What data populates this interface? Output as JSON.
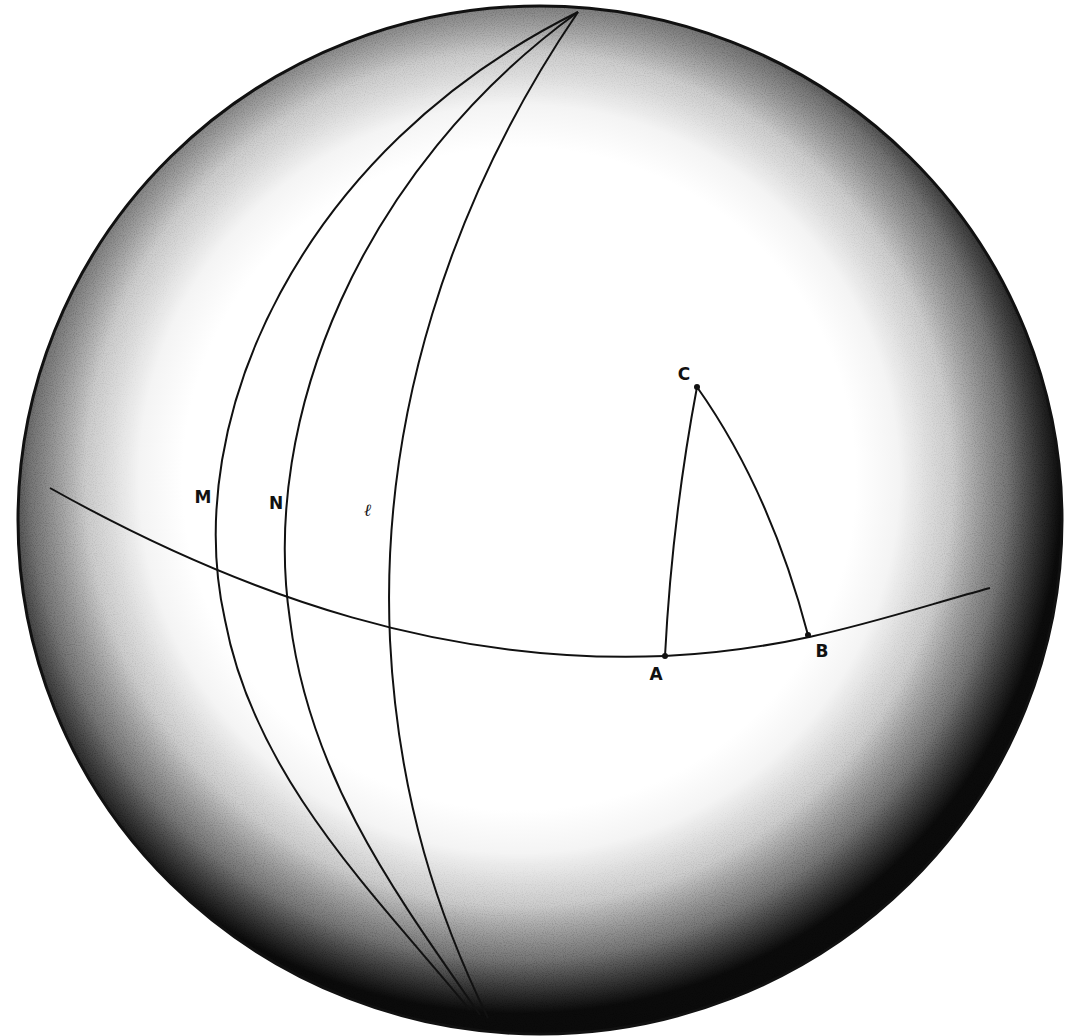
{
  "diagram": {
    "labels": [
      "M",
      "N",
      "ℓ",
      "C",
      "A",
      "B"
    ]
  }
}
